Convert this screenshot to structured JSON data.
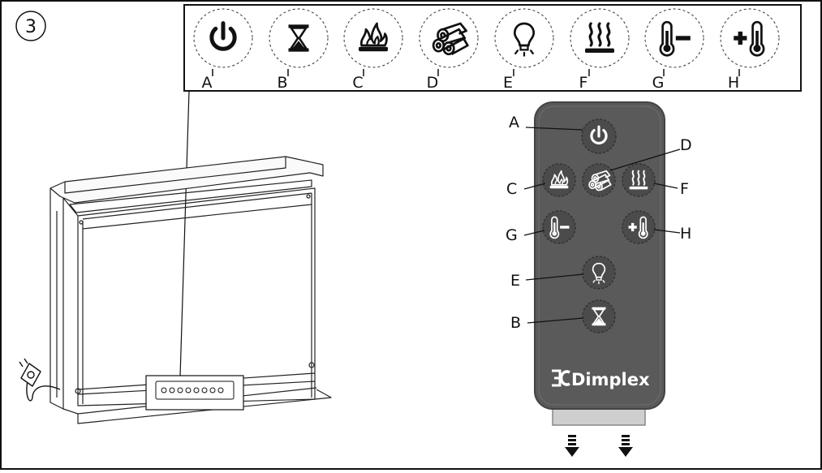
{
  "step": {
    "number": "3"
  },
  "legend": {
    "items": [
      {
        "letter": "A",
        "icon": "power-icon"
      },
      {
        "letter": "B",
        "icon": "hourglass-icon"
      },
      {
        "letter": "C",
        "icon": "flame-icon"
      },
      {
        "letter": "D",
        "icon": "logs-icon"
      },
      {
        "letter": "E",
        "icon": "bulb-icon"
      },
      {
        "letter": "F",
        "icon": "heat-waves-icon"
      },
      {
        "letter": "G",
        "icon": "temp-down-icon"
      },
      {
        "letter": "H",
        "icon": "temp-up-icon"
      }
    ]
  },
  "remote": {
    "brand": "Dimplex",
    "buttons": [
      {
        "letter": "A",
        "icon": "power-icon"
      },
      {
        "letter": "D",
        "icon": "logs-icon"
      },
      {
        "letter": "C",
        "icon": "flame-icon"
      },
      {
        "letter": "F",
        "icon": "heat-waves-icon"
      },
      {
        "letter": "G",
        "icon": "temp-down-icon"
      },
      {
        "letter": "H",
        "icon": "temp-up-icon"
      },
      {
        "letter": "E",
        "icon": "bulb-icon"
      },
      {
        "letter": "B",
        "icon": "hourglass-icon"
      }
    ]
  },
  "colors": {
    "remote_body": "#5a5a5a",
    "line": "#111111"
  }
}
